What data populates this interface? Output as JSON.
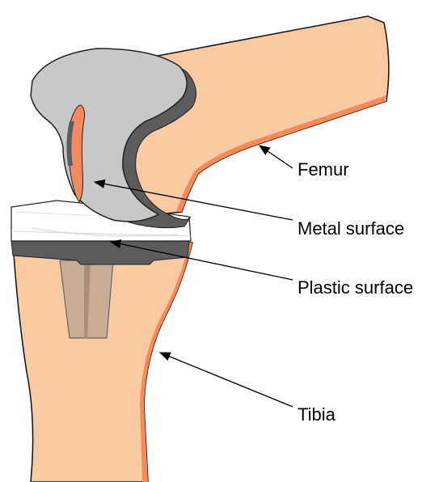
{
  "labels": {
    "femur": "Femur",
    "metal_surface": "Metal surface",
    "plastic_surface": "Plastic surface",
    "tibia": "Tibia"
  },
  "colors": {
    "bone": "#f9c9a0",
    "bone_shadow": "#f58a5c",
    "metal": "#c8c8c8",
    "metal_dark": "#5c5c5c",
    "plastic": "#ffffff",
    "stem": "#c8ac96",
    "outline": "#000000"
  }
}
